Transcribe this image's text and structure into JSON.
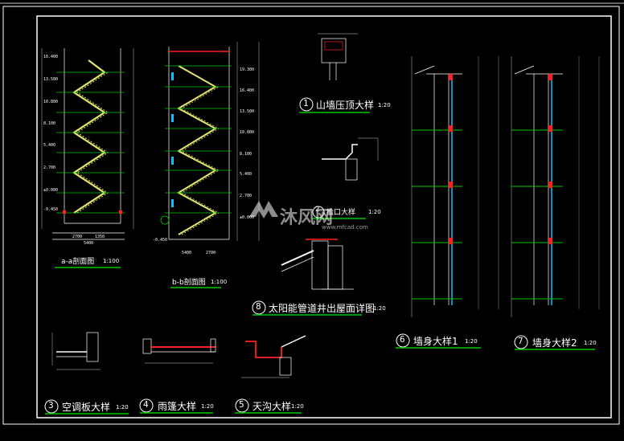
{
  "colors": {
    "background": "#000000",
    "frame": "#ffffff",
    "green_line": "#00c800",
    "yellow_stair": "#e6e66e",
    "cyan": "#00c8ff",
    "red": "#ff2020",
    "dim_text": "#ffffff"
  },
  "drawings": {
    "section_a": {
      "title": "a-a剖面图",
      "scale": "1:100"
    },
    "section_b": {
      "title": "b-b剖面图",
      "scale": "1:100"
    },
    "detail_1": {
      "num": "1",
      "title": "山墙压顶大样",
      "scale": "1:20"
    },
    "detail_2": {
      "num": "2",
      "title": "檐口大样",
      "scale": "1:20"
    },
    "detail_8": {
      "num": "8",
      "title": "太阳能管道井出屋面详图",
      "scale": "1:20"
    },
    "detail_6": {
      "num": "6",
      "title": "墙身大样1",
      "scale": "1:20"
    },
    "detail_7": {
      "num": "7",
      "title": "墙身大样2",
      "scale": "1:20"
    },
    "detail_3": {
      "num": "3",
      "title": "空调板大样",
      "scale": "1:20"
    },
    "detail_4": {
      "num": "4",
      "title": "雨篷大样",
      "scale": "1:20"
    },
    "detail_5": {
      "num": "5",
      "title": "天沟大样",
      "scale": "1:20"
    }
  },
  "watermark": {
    "text": "沐风网",
    "url": "www.mfcad.com"
  }
}
